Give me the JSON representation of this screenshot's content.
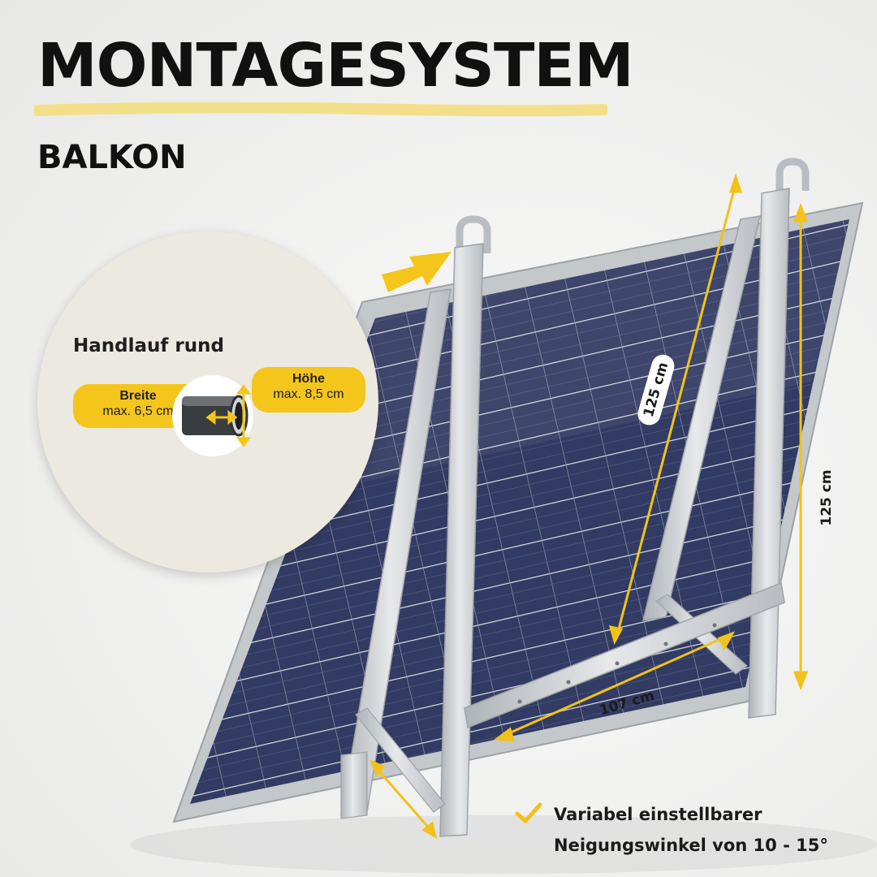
{
  "header": {
    "title": "MONTAGESYSTEM",
    "subtitle": "BALKON"
  },
  "colors": {
    "accent_yellow": "#f4c51b",
    "underline_yellow": "#f3df89",
    "inset_background": "#ece9e1",
    "panel_blue": "#2b3357",
    "frame_silver": "#c8cccf",
    "text_dark": "#111111"
  },
  "handrail": {
    "heading": "Handlauf rund",
    "breite": {
      "label": "Breite",
      "value": "max. 6,5 cm"
    },
    "hoehe": {
      "label": "Höhe",
      "value": "max. 8,5 cm"
    },
    "icon": "round-tube-icon"
  },
  "dimensions": {
    "diagonal": "125 cm",
    "vertical": "125 cm",
    "horizontal": "107 cm"
  },
  "feature": {
    "icon": "checkmark-icon",
    "line1": "Variabel einstellbarer",
    "line2": "Neigungswinkel von 10 - 15°"
  }
}
